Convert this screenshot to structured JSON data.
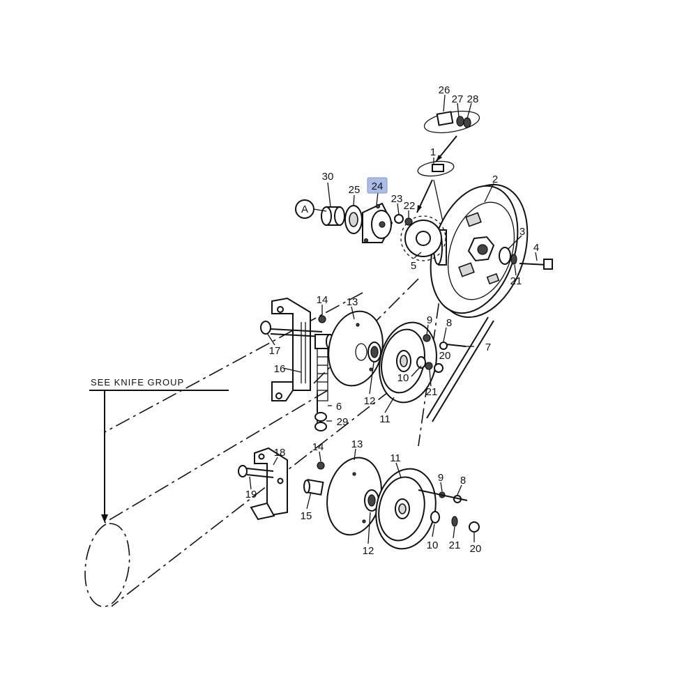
{
  "note_text": "SEE   KNIFE   GROUP",
  "circle_label": "A",
  "highlight_color": "#a9bde6",
  "parts": {
    "p1": "1",
    "p2": "2",
    "p3": "3",
    "p4": "4",
    "p5": "5",
    "p6": "6",
    "p7": "7",
    "p8a": "8",
    "p8b": "8",
    "p9a": "9",
    "p9b": "9",
    "p10a": "10",
    "p10b": "10",
    "p11a": "11",
    "p11b": "11",
    "p12a": "12",
    "p12b": "12",
    "p13a": "13",
    "p13b": "13",
    "p14a": "14",
    "p14b": "14",
    "p15": "15",
    "p16": "16",
    "p17": "17",
    "p18": "18",
    "p19": "19",
    "p20a": "20",
    "p20b": "20",
    "p21a": "21",
    "p21b": "21",
    "p21c": "21",
    "p22": "22",
    "p23": "23",
    "p24": "24",
    "p25": "25",
    "p26": "26",
    "p27": "27",
    "p28": "28",
    "p29": "29",
    "p30": "30"
  }
}
